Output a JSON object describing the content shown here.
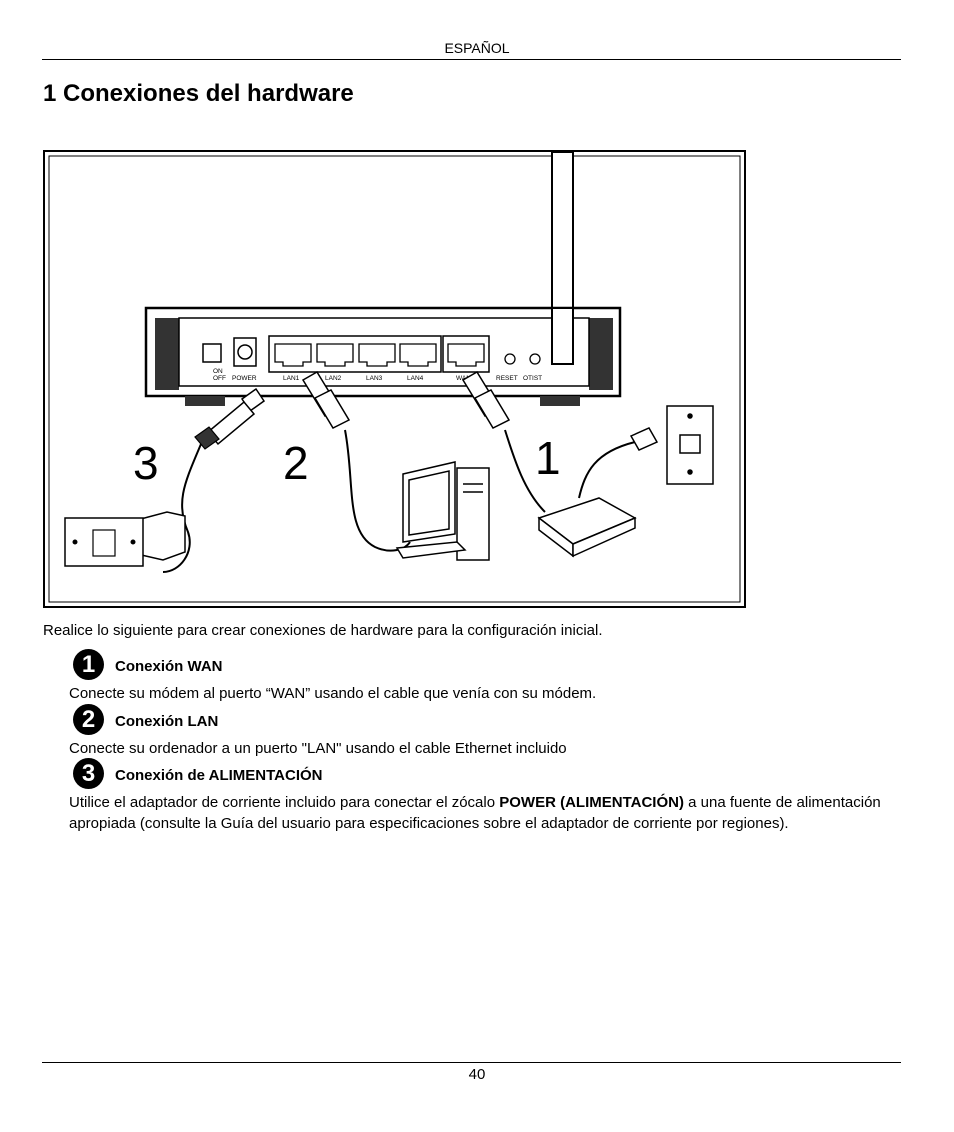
{
  "header": {
    "language": "ESPAÑOL"
  },
  "title": "1 Conexiones del hardware",
  "figure": {
    "callouts": [
      "3",
      "2",
      "1"
    ],
    "router_labels": {
      "on": "ON",
      "off": "OFF",
      "power": "POWER",
      "lan1": "LAN1",
      "lan2": "LAN2",
      "lan3": "LAN3",
      "lan4": "LAN4",
      "wan": "WAN",
      "reset": "RESET",
      "otist": "OTIST"
    }
  },
  "intro": "Realice lo siguiente para crear conexiones de hardware para la configuración inicial.",
  "steps": [
    {
      "number": "1",
      "heading": "Conexión WAN",
      "text": "Conecte su módem al puerto “WAN” usando el cable que venía con su módem."
    },
    {
      "number": "2",
      "heading": "Conexión LAN",
      "text": "Conecte su ordenador a un puerto \"LAN\" usando el cable Ethernet incluido"
    },
    {
      "number": "3",
      "heading": "Conexión de ALIMENTACIÓN",
      "text_before": "Utilice el adaptador de corriente incluido para conectar el zócalo ",
      "text_bold": "POWER (ALIMENTACIÓN)",
      "text_after": " a una fuente de alimentación apropiada (consulte la Guía del usuario para especificaciones sobre el adaptador de corriente por regiones)."
    }
  ],
  "page_number": "40"
}
